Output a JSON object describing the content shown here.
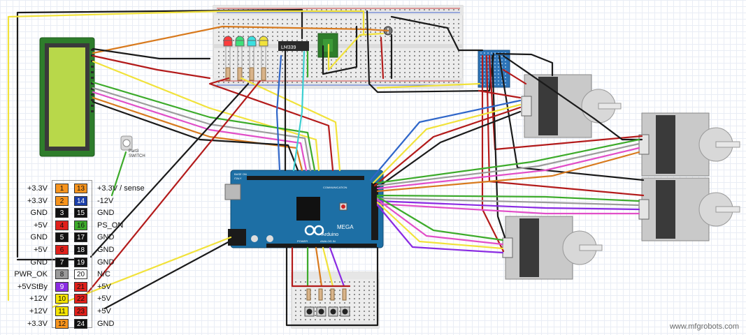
{
  "atx_connector": {
    "pins": [
      {
        "left_label": "+3.3V",
        "left_num": "1",
        "left_color": "#f7941d",
        "right_num": "13",
        "right_color": "#f7941d",
        "right_label": "+3.3V / sense"
      },
      {
        "left_label": "+3.3V",
        "left_num": "2",
        "left_color": "#f7941d",
        "right_num": "14",
        "right_color": "#1b3faa",
        "right_label": "-12V"
      },
      {
        "left_label": "GND",
        "left_num": "3",
        "left_color": "#111111",
        "right_num": "15",
        "right_color": "#111111",
        "right_label": "GND"
      },
      {
        "left_label": "+5V",
        "left_num": "4",
        "left_color": "#e0201b",
        "right_num": "16",
        "right_color": "#3dab2b",
        "right_label": "PS_ON"
      },
      {
        "left_label": "GND",
        "left_num": "5",
        "left_color": "#111111",
        "right_num": "17",
        "right_color": "#111111",
        "right_label": "GND"
      },
      {
        "left_label": "+5V",
        "left_num": "6",
        "left_color": "#e0201b",
        "right_num": "18",
        "right_color": "#111111",
        "right_label": "GND"
      },
      {
        "left_label": "GND",
        "left_num": "7",
        "left_color": "#111111",
        "right_num": "19",
        "right_color": "#111111",
        "right_label": "GND"
      },
      {
        "left_label": "PWR_OK",
        "left_num": "8",
        "left_color": "#9a9a9a",
        "right_num": "20",
        "right_color": "#ffffff",
        "right_label": "N/C"
      },
      {
        "left_label": "+5VStBy",
        "left_num": "9",
        "left_color": "#8a2be2",
        "right_num": "21",
        "right_color": "#e0201b",
        "right_label": "+5V"
      },
      {
        "left_label": "+12V",
        "left_num": "10",
        "left_color": "#f5e400",
        "right_num": "22",
        "right_color": "#e0201b",
        "right_label": "+5V"
      },
      {
        "left_label": "+12V",
        "left_num": "11",
        "left_color": "#f5e400",
        "right_num": "23",
        "right_color": "#e0201b",
        "right_label": "+5V"
      },
      {
        "left_label": "+3.3V",
        "left_num": "12",
        "left_color": "#f7941d",
        "right_num": "24",
        "right_color": "#111111",
        "right_label": "GND"
      }
    ]
  },
  "switch": {
    "line1": "Part3",
    "line2": "SWITCH"
  },
  "ic_label": "LM339",
  "arduino": {
    "brand": "Arduino",
    "model": "MEGA",
    "header_top": "COMMUNICATION",
    "header_power": "POWER",
    "header_analog": "ANALOG IN",
    "corner": "BASE ON",
    "pcb": "ITALY"
  },
  "leds": {
    "colors": [
      "#ff3b3b",
      "#3ee07a",
      "#3be0e0",
      "#f1e23b"
    ]
  },
  "buttons_count": 4,
  "credit": "www.mfgrobots.com",
  "colors": {
    "lcd_screen": "#b8d84a",
    "lcd_board": "#2e7d2b",
    "arduino_board": "#1d6fa5",
    "motor_body": "#c8c8c8",
    "breadboard": "#ececec"
  }
}
